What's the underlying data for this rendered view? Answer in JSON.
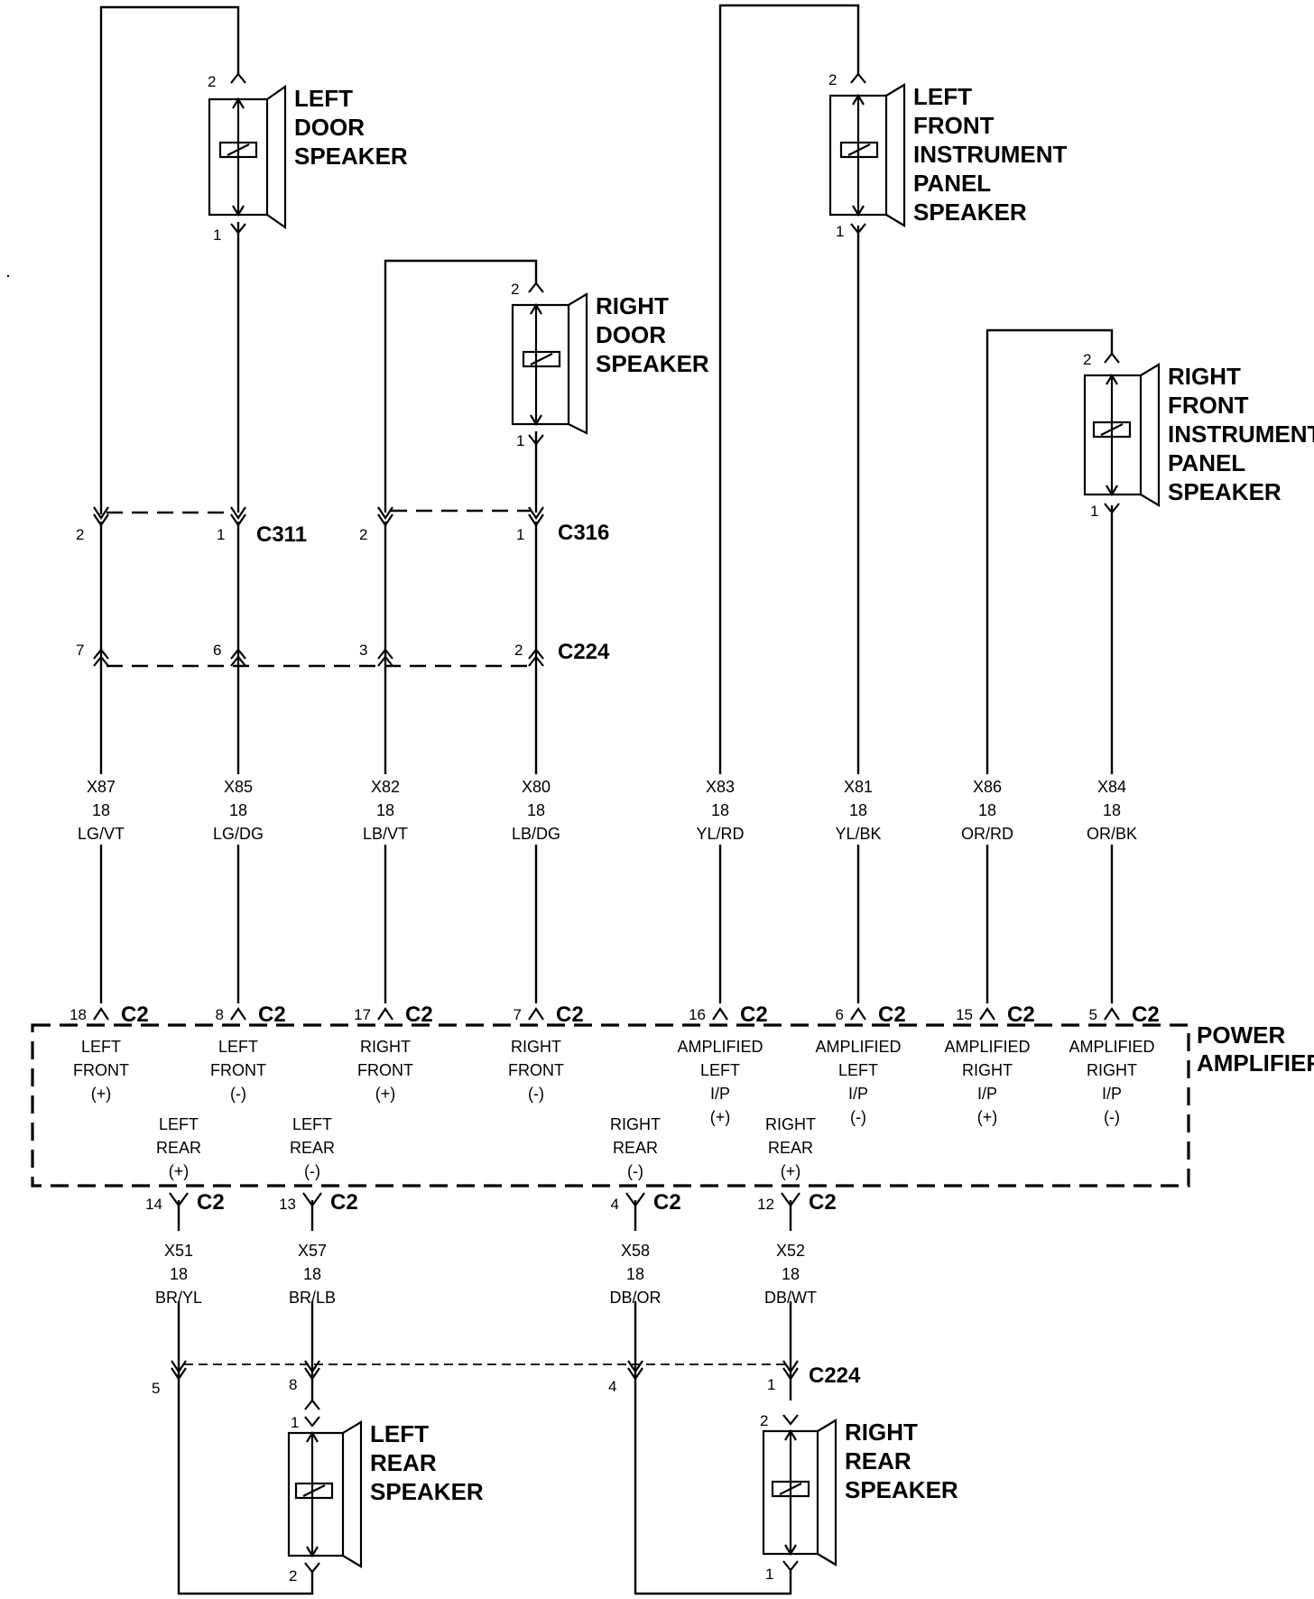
{
  "speakers": {
    "left_door": [
      "LEFT",
      "DOOR",
      "SPEAKER"
    ],
    "right_door": [
      "RIGHT",
      "DOOR",
      "SPEAKER"
    ],
    "left_front_ip": [
      "LEFT",
      "FRONT",
      "INSTRUMENT",
      "PANEL",
      "SPEAKER"
    ],
    "right_front_ip": [
      "RIGHT",
      "FRONT",
      "INSTRUMENT",
      "PANEL",
      "SPEAKER"
    ],
    "left_rear": [
      "LEFT",
      "REAR",
      "SPEAKER"
    ],
    "right_rear": [
      "RIGHT",
      "REAR",
      "SPEAKER"
    ],
    "pins": {
      "p1": "1",
      "p2": "2"
    }
  },
  "connectors": {
    "c311": "C311",
    "c316": "C316",
    "c224": "C224",
    "c2": "C2"
  },
  "splice_pins": {
    "c311": [
      "2",
      "1"
    ],
    "c316": [
      "2",
      "1"
    ],
    "c224_front": [
      "7",
      "6",
      "3",
      "2"
    ],
    "c224_rear": [
      "5",
      "8",
      "4",
      "1"
    ]
  },
  "wires_front": [
    {
      "circuit": "X87",
      "gauge": "18",
      "color": "LG/VT",
      "c2_pin": "18",
      "amp_label": [
        "LEFT",
        "FRONT",
        "(+)"
      ]
    },
    {
      "circuit": "X85",
      "gauge": "18",
      "color": "LG/DG",
      "c2_pin": "8",
      "amp_label": [
        "LEFT",
        "FRONT",
        "(-)"
      ]
    },
    {
      "circuit": "X82",
      "gauge": "18",
      "color": "LB/VT",
      "c2_pin": "17",
      "amp_label": [
        "RIGHT",
        "FRONT",
        "(+)"
      ]
    },
    {
      "circuit": "X80",
      "gauge": "18",
      "color": "LB/DG",
      "c2_pin": "7",
      "amp_label": [
        "RIGHT",
        "FRONT",
        "(-)"
      ]
    },
    {
      "circuit": "X83",
      "gauge": "18",
      "color": "YL/RD",
      "c2_pin": "16",
      "amp_label": [
        "AMPLIFIED",
        "LEFT",
        "I/P",
        "(+)"
      ]
    },
    {
      "circuit": "X81",
      "gauge": "18",
      "color": "YL/BK",
      "c2_pin": "6",
      "amp_label": [
        "AMPLIFIED",
        "LEFT",
        "I/P",
        "(-)"
      ]
    },
    {
      "circuit": "X86",
      "gauge": "18",
      "color": "OR/RD",
      "c2_pin": "15",
      "amp_label": [
        "AMPLIFIED",
        "RIGHT",
        "I/P",
        "(+)"
      ]
    },
    {
      "circuit": "X84",
      "gauge": "18",
      "color": "OR/BK",
      "c2_pin": "5",
      "amp_label": [
        "AMPLIFIED",
        "RIGHT",
        "I/P",
        "(-)"
      ]
    }
  ],
  "wires_rear": [
    {
      "circuit": "X51",
      "gauge": "18",
      "color": "BR/YL",
      "c2_pin": "14",
      "amp_label": [
        "LEFT",
        "REAR",
        "(+)"
      ]
    },
    {
      "circuit": "X57",
      "gauge": "18",
      "color": "BR/LB",
      "c2_pin": "13",
      "amp_label": [
        "LEFT",
        "REAR",
        "(-)"
      ]
    },
    {
      "circuit": "X58",
      "gauge": "18",
      "color": "DB/OR",
      "c2_pin": "4",
      "amp_label": [
        "RIGHT",
        "REAR",
        "(-)"
      ]
    },
    {
      "circuit": "X52",
      "gauge": "18",
      "color": "DB/WT",
      "c2_pin": "12",
      "amp_label": [
        "RIGHT",
        "REAR",
        "(+)"
      ]
    }
  ],
  "power_amplifier": [
    "POWER",
    "AMPLIFIER"
  ]
}
